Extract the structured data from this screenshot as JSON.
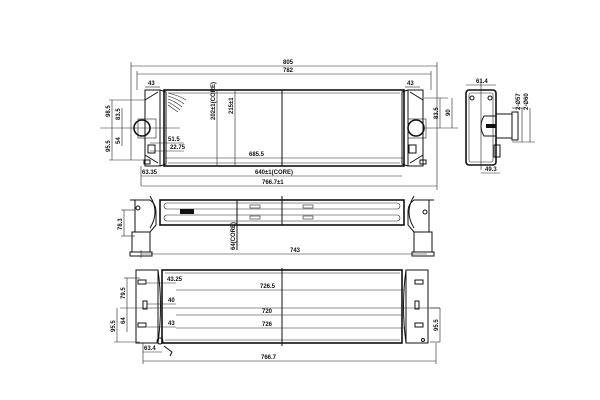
{
  "drawing": {
    "subject": "Intercooler technical drawing",
    "top_view": {
      "overall_width": "805",
      "flange_span": "782",
      "left_tank_width": "43",
      "right_tank_width": "43",
      "left_height_upper": "98.5",
      "left_inlet_offset": "83.5",
      "left_lower_offset": "54",
      "left_height_lower": "95.5",
      "dim_51_5": "51.5",
      "dim_22_75": "22.75",
      "core_height": "202±1(CORE)",
      "total_height": "215±1",
      "dim_685_5": "685.5",
      "dim_63_35": "63.35",
      "core_width": "640±1(CORE)",
      "overall_length": "766.7±1",
      "right_inlet_offset": "83.5",
      "right_height": "90"
    },
    "side_view": {
      "top_width": "61.4",
      "bottom_width": "49.3",
      "pipe_dia_inner": "2-Ø57",
      "pipe_dia_outer": "2-Ø60"
    },
    "middle_view": {
      "dim_78_3": "78.3",
      "core_depth": "64(CORE)",
      "length": "743"
    },
    "bottom_view": {
      "dim_43_25": "43.25",
      "dim_79_5": "79.5",
      "dim_40": "40",
      "dim_64": "64",
      "dim_95_5_left": "95.5",
      "dim_43": "43",
      "dim_726_5": "726.5",
      "dim_720": "720",
      "dim_726": "726",
      "dim_63_4": "63.4",
      "overall_length": "766.7",
      "dim_95_5_right": "95.5"
    }
  }
}
